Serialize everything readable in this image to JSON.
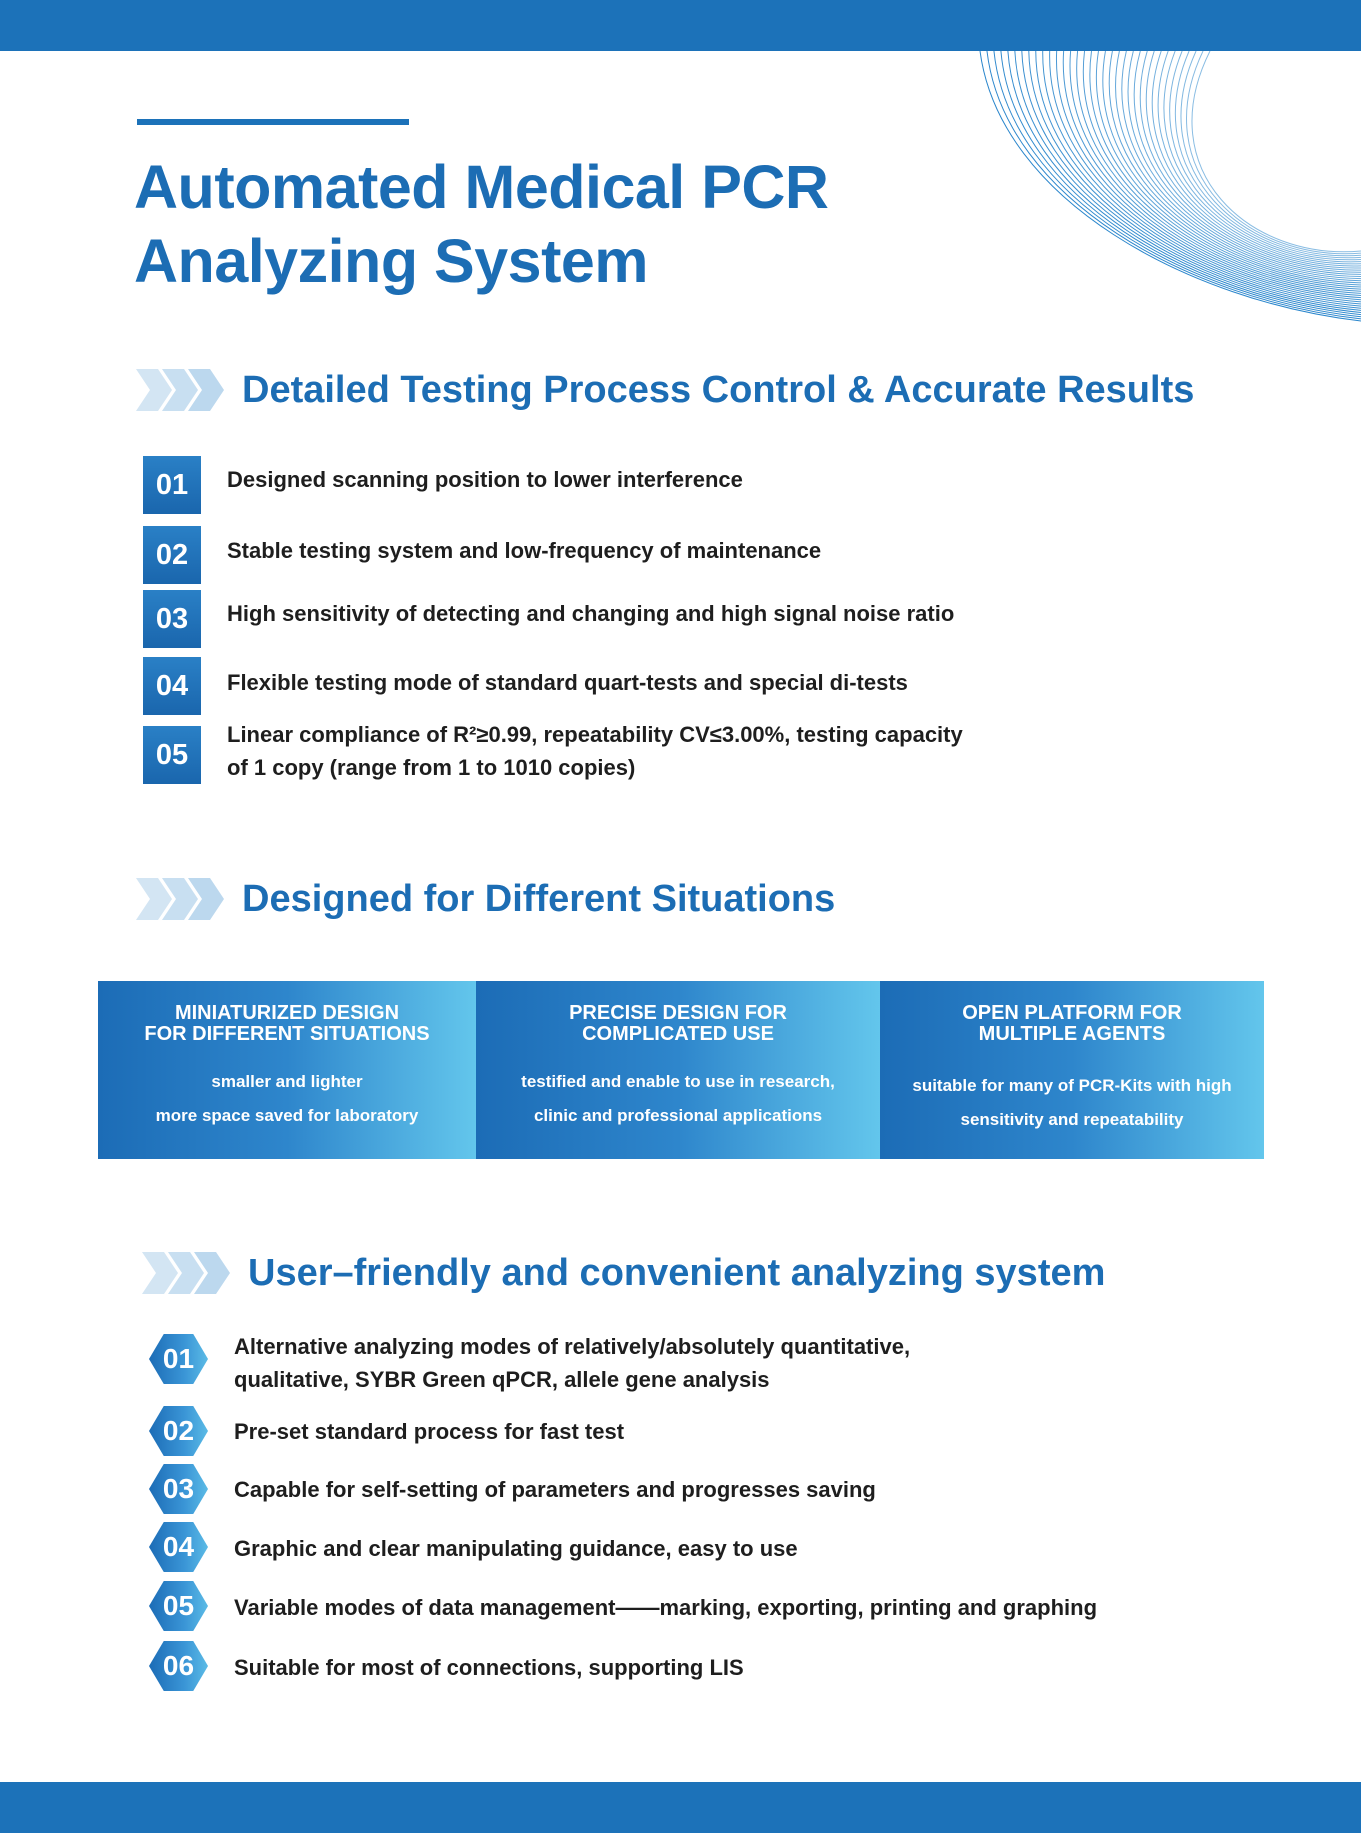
{
  "title": {
    "line1": "Automated Medical PCR",
    "line2": "Analyzing System"
  },
  "section1": {
    "heading": "Detailed Testing Process Control & Accurate Results",
    "items": [
      {
        "num": "01",
        "text": "Designed scanning position to lower interference"
      },
      {
        "num": "02",
        "text": "Stable testing system and low-frequency of maintenance"
      },
      {
        "num": "03",
        "text": "High sensitivity of detecting and changing and high signal noise ratio"
      },
      {
        "num": "04",
        "text": "Flexible testing mode of standard quart-tests and special di-tests"
      },
      {
        "num": "05",
        "line1": "Linear compliance of R²≥0.99, repeatability CV≤3.00%, testing capacity",
        "line2": "of 1 copy (range from 1 to 1010 copies)"
      }
    ]
  },
  "section2": {
    "heading": "Designed for Different Situations",
    "panels": [
      {
        "title1": "MINIATURIZED DESIGN",
        "title2": "FOR DIFFERENT SITUATIONS",
        "body1": "smaller and lighter",
        "body2": "more space saved for laboratory"
      },
      {
        "title1": "PRECISE DESIGN FOR",
        "title2": "COMPLICATED USE",
        "body1": "testified and enable to use in research,",
        "body2": "clinic and professional applications"
      },
      {
        "title1": "OPEN PLATFORM FOR",
        "title2": "MULTIPLE AGENTS",
        "body1": "suitable for many of PCR-Kits with high",
        "body2": "sensitivity and repeatability"
      }
    ]
  },
  "section3": {
    "heading": "User–friendly and convenient analyzing system",
    "items": [
      {
        "num": "01",
        "line1": "Alternative analyzing modes of relatively/absolutely quantitative,",
        "line2": "qualitative, SYBR Green qPCR, allele gene analysis"
      },
      {
        "num": "02",
        "text": "Pre-set standard process for fast test"
      },
      {
        "num": "03",
        "text": "Capable for self-setting of parameters and progresses saving"
      },
      {
        "num": "04",
        "text": "Graphic and clear manipulating guidance, easy to use"
      },
      {
        "num": "05",
        "text": "Variable modes of data management——marking, exporting, printing and graphing"
      },
      {
        "num": "06",
        "text": "Suitable for most of connections, supporting LIS"
      }
    ]
  },
  "colors": {
    "brand_blue": "#1c72b9",
    "title_blue": "#1c6db4",
    "light_cyan": "#63c6ec"
  }
}
